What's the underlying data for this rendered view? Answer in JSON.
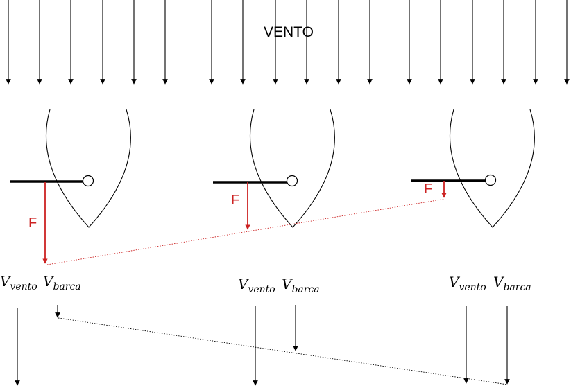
{
  "wind_label": "VENTO",
  "force_label": "F",
  "v_symbol": "V",
  "wind_speed_subscript": "vento",
  "boat_speed_subscript": "barca",
  "colors": {
    "force": "#cc2222",
    "ink": "#000000"
  }
}
